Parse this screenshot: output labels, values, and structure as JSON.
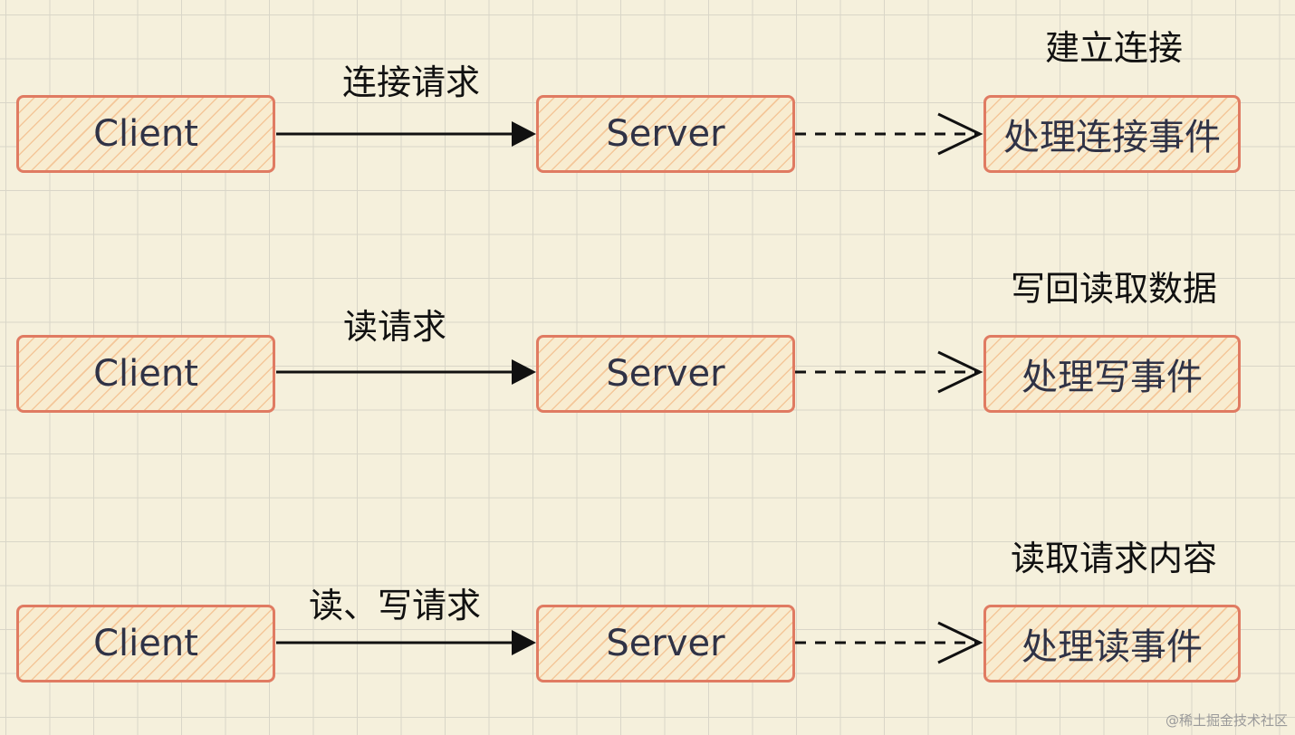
{
  "rows": [
    {
      "client": "Client",
      "request": "连接请求",
      "server": "Server",
      "event": "处理连接事件",
      "outcome": "建立连接"
    },
    {
      "client": "Client",
      "request": "读请求",
      "server": "Server",
      "event": "处理写事件",
      "outcome": "写回读取数据"
    },
    {
      "client": "Client",
      "request": "读、写请求",
      "server": "Server",
      "event": "处理读事件",
      "outcome": "读取请求内容"
    }
  ],
  "watermark": "@稀土掘金技术社区",
  "colors": {
    "background": "#f5f0dc",
    "grid": "#d9d6c8",
    "node_border": "#e07b62",
    "node_hatch": "#f0a86c",
    "node_text": "#2f3246",
    "arrow": "#111111"
  }
}
